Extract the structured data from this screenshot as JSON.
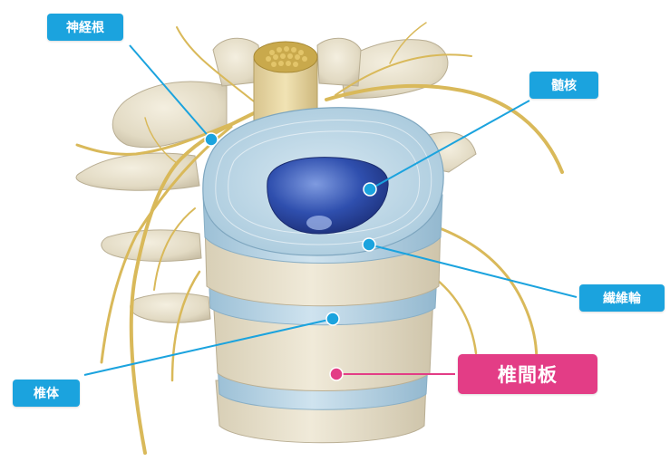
{
  "labels": {
    "nerve_root": "神経根",
    "nucleus": "髄核",
    "annulus": "繊維輪",
    "vertebral_body": "椎体",
    "disc": "椎間板"
  },
  "colors": {
    "label_blue": "#1ba3de",
    "label_pink": "#e33d86",
    "leader_blue": "#1ba3de",
    "leader_pink": "#e33d86",
    "bone": "#e6dfc9",
    "disc": "#b9d6e6",
    "nucleus": "#2e4fae",
    "nerve": "#d9b95a"
  }
}
